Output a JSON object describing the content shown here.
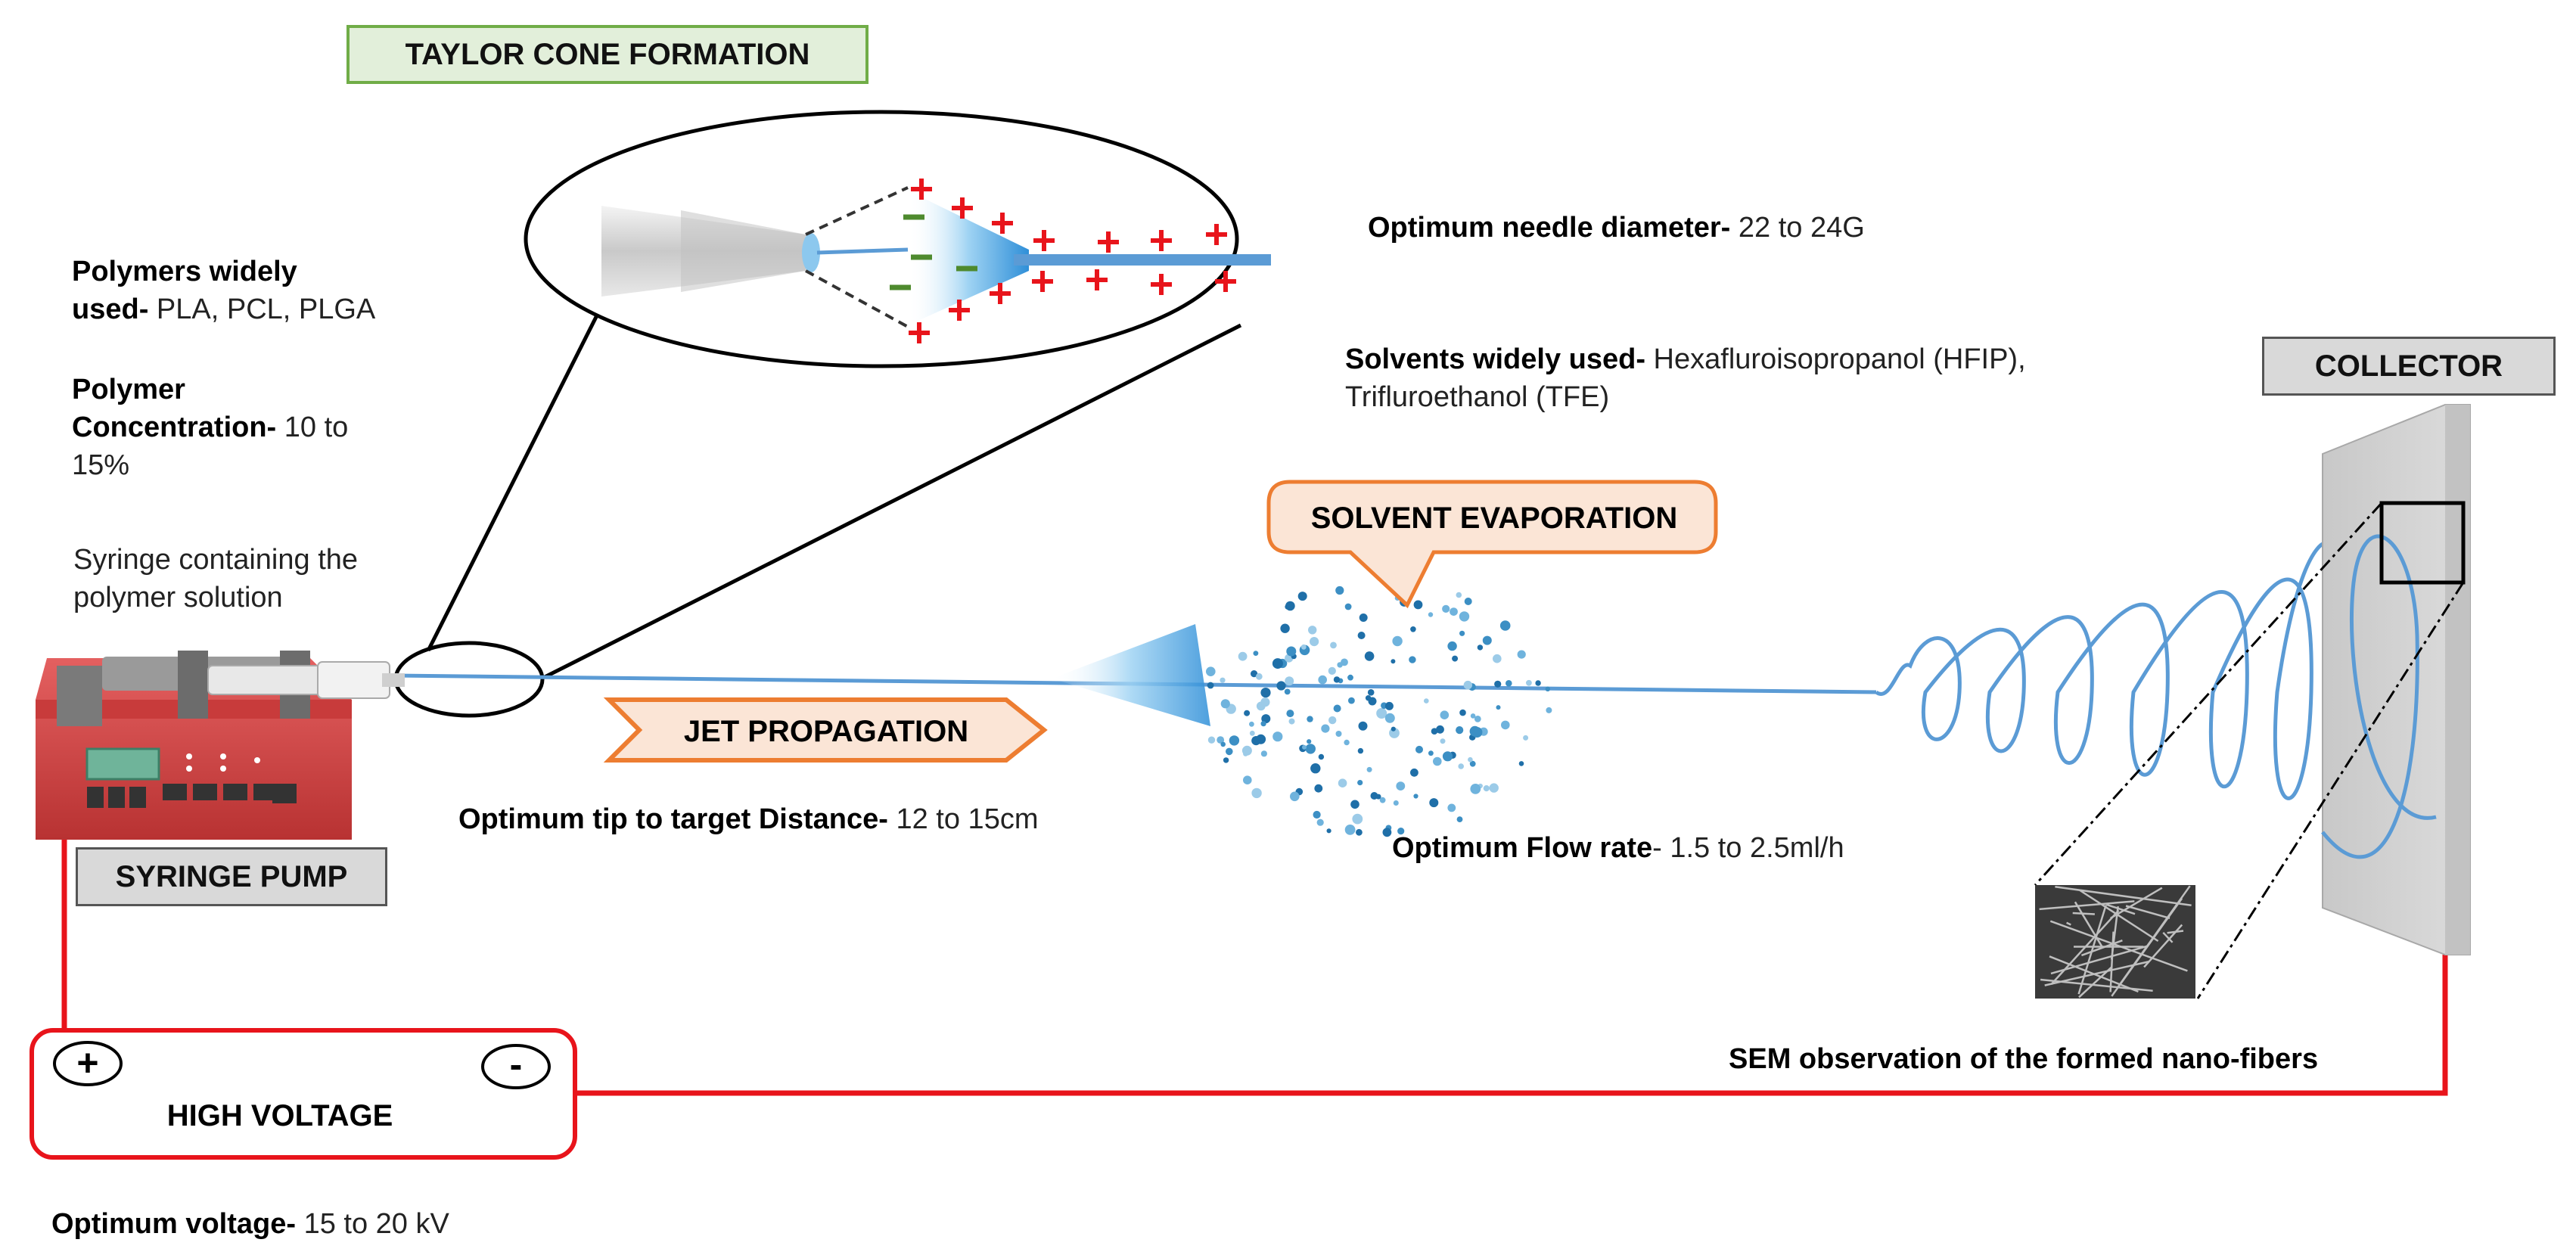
{
  "labels": {
    "taylor_cone": "TAYLOR CONE FORMATION",
    "collector": "COLLECTOR",
    "solvent_evaporation": "SOLVENT EVAPORATION",
    "jet_propagation": "JET PROPAGATION",
    "syringe_pump": "SYRINGE PUMP",
    "high_voltage": "HIGH VOLTAGE",
    "plus": "+",
    "minus": "-"
  },
  "params": {
    "polymers": {
      "label": "Polymers widely",
      "label2": "used-",
      "value": " PLA, PCL, PLGA"
    },
    "concentration": {
      "label": "Polymer",
      "label2": "Concentration-",
      "value": " 10 to",
      "value2": "15%"
    },
    "syringe": {
      "line1": "Syringe containing the",
      "line2": "polymer solution"
    },
    "needle": {
      "label": "Optimum  needle diameter-",
      "value": " 22 to 24G"
    },
    "solvents": {
      "label": "Solvents widely used-",
      "value": " Hexafluroisopropanol  (HFIP),",
      "value2": "Trifluroethanol  (TFE)"
    },
    "distance": {
      "label": "Optimum tip to target Distance-",
      "value": " 12 to 15cm"
    },
    "flow": {
      "label": "Optimum  Flow rate",
      "value": "- 1.5 to 2.5ml/h"
    },
    "sem": {
      "label": "SEM observation of the formed nano-fibers"
    },
    "voltage": {
      "label": "Optimum  voltage-",
      "value": " 15 to 20 kV"
    }
  },
  "colors": {
    "taylor_box_fill": "#e2efda",
    "taylor_box_border": "#70ad47",
    "grey_box_fill": "#d9d9d9",
    "orange_fill": "#fbe5d6",
    "orange_border": "#ed7d31",
    "red": "#e8141b",
    "jet_blue": "#5b9bd5",
    "pump_red": "#d94a4a"
  }
}
